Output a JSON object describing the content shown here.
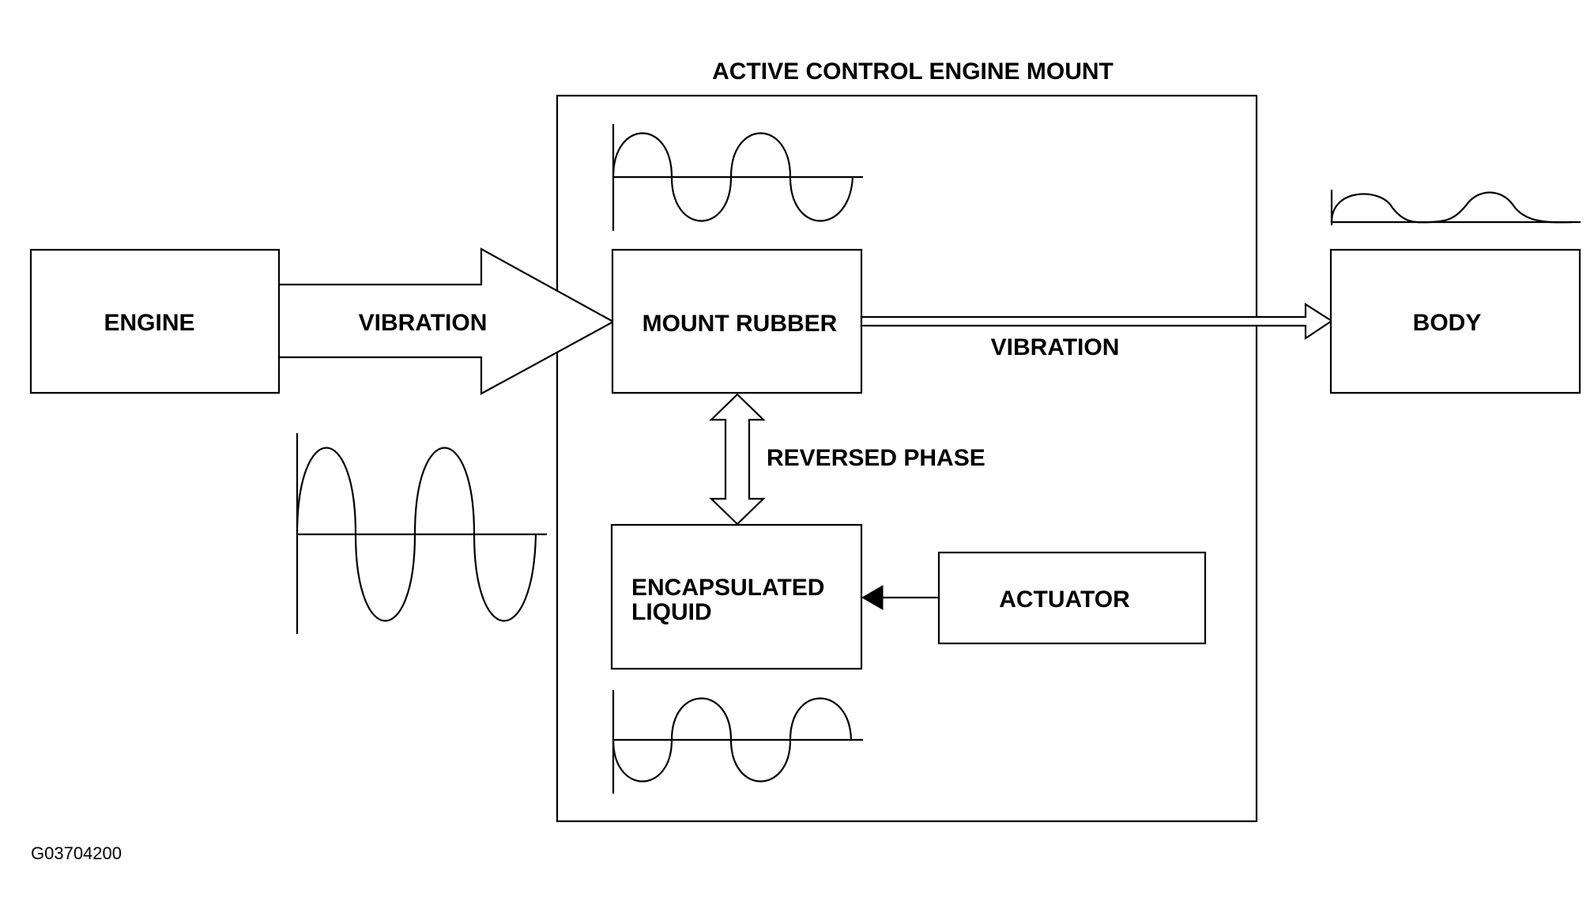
{
  "title": "ACTIVE CONTROL ENGINE MOUNT",
  "figure_code": "G03704200",
  "blocks": {
    "engine": "ENGINE",
    "mount_rubber": "MOUNT RUBBER",
    "encapsulated_liquid_line1": "ENCAPSULATED",
    "encapsulated_liquid_line2": "LIQUID",
    "actuator": "ACTUATOR",
    "body": "BODY"
  },
  "arrows": {
    "engine_to_mount": "VIBRATION",
    "mount_to_body": "VIBRATION",
    "mount_liquid": "REVERSED PHASE"
  },
  "colors": {
    "line": "#000000",
    "background": "#ffffff"
  }
}
